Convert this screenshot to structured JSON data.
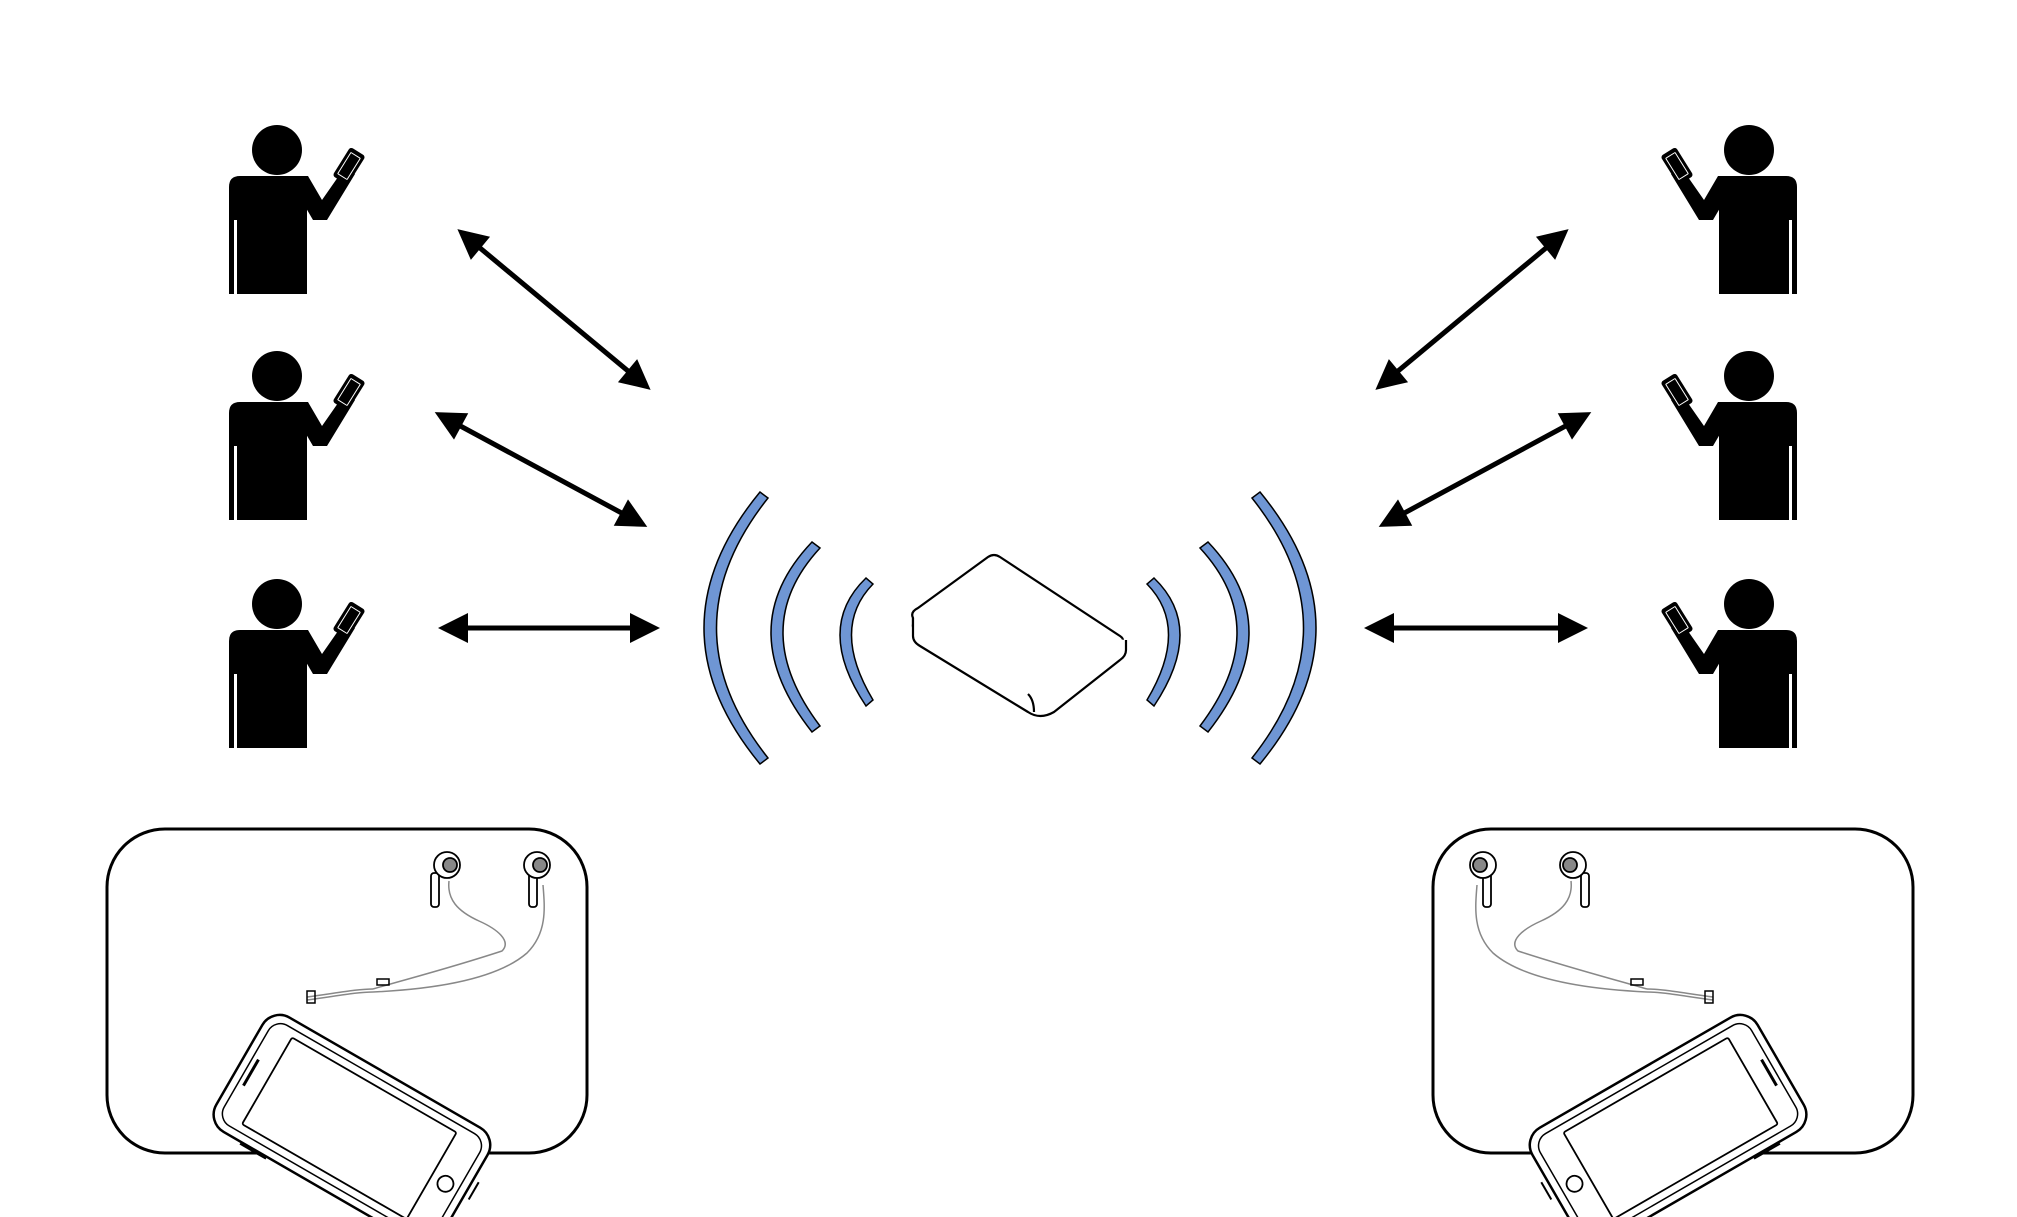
{
  "diagram": {
    "background": "#ffffff",
    "stroke_color": "#000000",
    "wave_color": "#6f96d4",
    "hub": {
      "icon": "wireless-router-icon"
    },
    "people_left": [
      {
        "icon": "person-with-phone-icon"
      },
      {
        "icon": "person-with-phone-icon"
      },
      {
        "icon": "person-with-phone-icon"
      }
    ],
    "people_right": [
      {
        "icon": "person-with-phone-icon"
      },
      {
        "icon": "person-with-phone-icon"
      },
      {
        "icon": "person-with-phone-icon"
      }
    ],
    "links": [
      {
        "from": "person-left-1",
        "to": "hub",
        "direction": "bidirectional"
      },
      {
        "from": "person-left-2",
        "to": "hub",
        "direction": "bidirectional"
      },
      {
        "from": "person-left-3",
        "to": "hub",
        "direction": "bidirectional"
      },
      {
        "from": "person-right-1",
        "to": "hub",
        "direction": "bidirectional"
      },
      {
        "from": "person-right-2",
        "to": "hub",
        "direction": "bidirectional"
      },
      {
        "from": "person-right-3",
        "to": "hub",
        "direction": "bidirectional"
      }
    ],
    "insets": [
      {
        "icon": "smartphone-with-earphones-icon"
      },
      {
        "icon": "smartphone-with-earphones-icon"
      }
    ]
  }
}
